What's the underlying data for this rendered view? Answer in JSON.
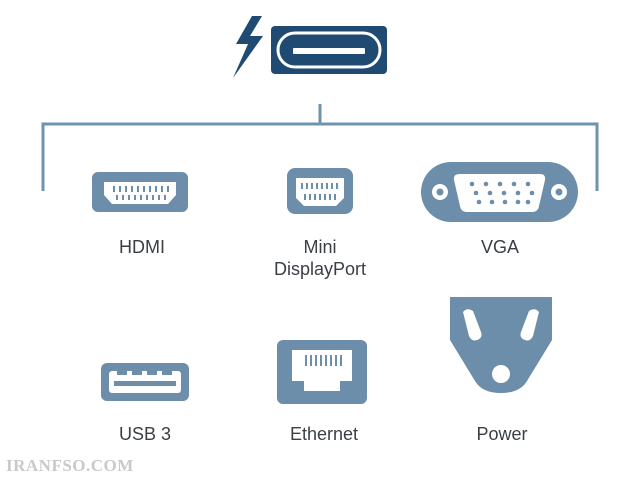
{
  "colors": {
    "hub_dark": "#1f4b73",
    "lines": "#6f93ad",
    "connector": "#6c8eaa",
    "connector_inner": "#ffffff",
    "label_text": "#3a3f45",
    "watermark": "#c9c9c9"
  },
  "hub": {
    "icon": "thunderbolt-bolt-icon",
    "port_icon": "usb-c-port-icon"
  },
  "ports": {
    "hdmi": {
      "label": "HDMI",
      "icon": "hdmi-connector-icon"
    },
    "mini_displayport": {
      "label_line1": "Mini",
      "label_line2": "DisplayPort",
      "icon": "mini-displayport-connector-icon"
    },
    "vga": {
      "label": "VGA",
      "icon": "vga-connector-icon"
    },
    "usb3": {
      "label": "USB 3",
      "icon": "usb3-connector-icon"
    },
    "ethernet": {
      "label": "Ethernet",
      "icon": "ethernet-connector-icon"
    },
    "power": {
      "label": "Power",
      "icon": "power-outlet-icon"
    }
  },
  "watermark": "IRANFSO.COM"
}
